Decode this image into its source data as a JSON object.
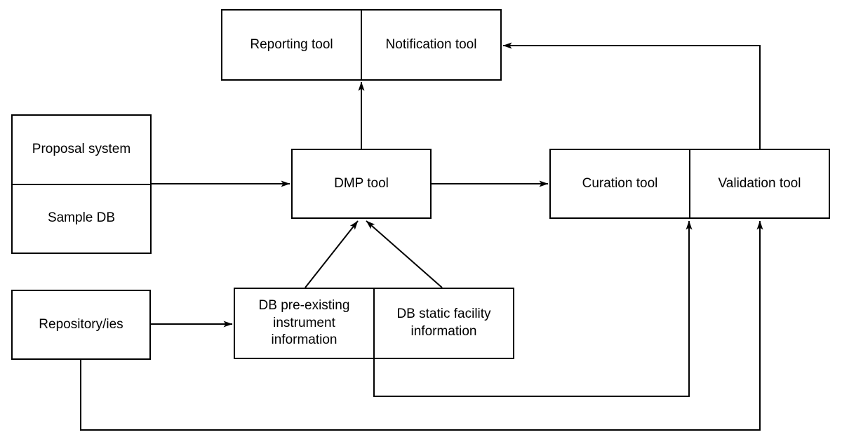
{
  "diagram": {
    "nodes": {
      "reporting": {
        "label": "Reporting tool"
      },
      "notification": {
        "label": "Notification tool"
      },
      "proposal": {
        "label": "Proposal system"
      },
      "sample_db": {
        "label": "Sample DB"
      },
      "dmp": {
        "label": "DMP tool"
      },
      "curation": {
        "label": "Curation tool"
      },
      "validation": {
        "label": "Validation tool"
      },
      "repository": {
        "label": "Repository/ies"
      },
      "db_instrument": {
        "label": "DB pre-existing instrument information"
      },
      "db_facility": {
        "label": "DB static facility information"
      }
    },
    "edges": [
      {
        "from": "proposal-sample-db",
        "to": "dmp-tool"
      },
      {
        "from": "dmp-tool",
        "to": "curation-tool"
      },
      {
        "from": "dmp-tool",
        "to": "reporting-notification"
      },
      {
        "from": "validation-tool",
        "to": "notification-tool"
      },
      {
        "from": "db-pre-existing-instrument-information",
        "to": "dmp-tool"
      },
      {
        "from": "db-static-facility-information",
        "to": "dmp-tool"
      },
      {
        "from": "repository-ies",
        "to": "db-pre-existing-instrument-information"
      },
      {
        "from": "db-information",
        "to": "curation-validation"
      },
      {
        "from": "repository-ies",
        "to": "validation-tool"
      }
    ],
    "colors": {
      "line": "#000000",
      "box_fill": "#ffffff",
      "text": "#000000",
      "background": "#ffffff"
    }
  }
}
